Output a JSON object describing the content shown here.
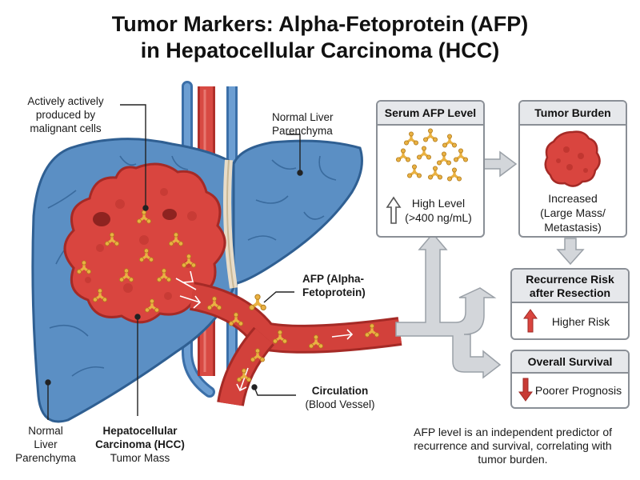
{
  "title": {
    "line1": "Tumor Markers: Alpha-Fetoprotein (AFP)",
    "line2": "in Hepatocellular Carcinoma (HCC)"
  },
  "labels": {
    "produced": [
      "Actively actively",
      "produced by",
      "malignant cells"
    ],
    "normal_liver_right": [
      "Normal Liver",
      "Parenchyma"
    ],
    "afp": [
      "AFP (Alpha-",
      "Fetoprotein)"
    ],
    "circulation_bold": "Circulation",
    "circulation_sub": "(Blood Vessel)",
    "normal_liver_left": [
      "Normal",
      "Liver",
      "Parenchyma"
    ],
    "hcc_bold": [
      "Hepatocellular",
      "Carcinoma (HCC)"
    ],
    "hcc_sub": "Tumor Mass"
  },
  "boxes": {
    "serum": {
      "title": "Serum AFP Level",
      "text": [
        "High Level",
        "(>400 ng/mL)"
      ]
    },
    "burden": {
      "title": "Tumor Burden",
      "text": [
        "Increased",
        "(Large Mass/",
        "Metastasis)"
      ]
    },
    "recurrence": {
      "title": [
        "Recurrence Risk",
        "after Resection"
      ],
      "text": "Higher Risk"
    },
    "survival": {
      "title": "Overall Survival",
      "text": "Poorer Prognosis"
    }
  },
  "footnote": [
    "AFP level is an independent predictor of",
    "recurrence and survival, correlating with",
    "tumor burden."
  ],
  "colors": {
    "liver": "#5b8fc4",
    "liver_outline": "#2f5f92",
    "tumor": "#d9453f",
    "vessel": "#d2413b",
    "afp_molecule": "#e9b142",
    "arrow_gray": "#c8ccd1",
    "arrow_up_red": "#d9453f",
    "arrow_down_red": "#c83b35"
  },
  "icons": [
    "afp-molecule-icon",
    "up-arrow-icon",
    "down-arrow-icon",
    "tumor-icon"
  ]
}
